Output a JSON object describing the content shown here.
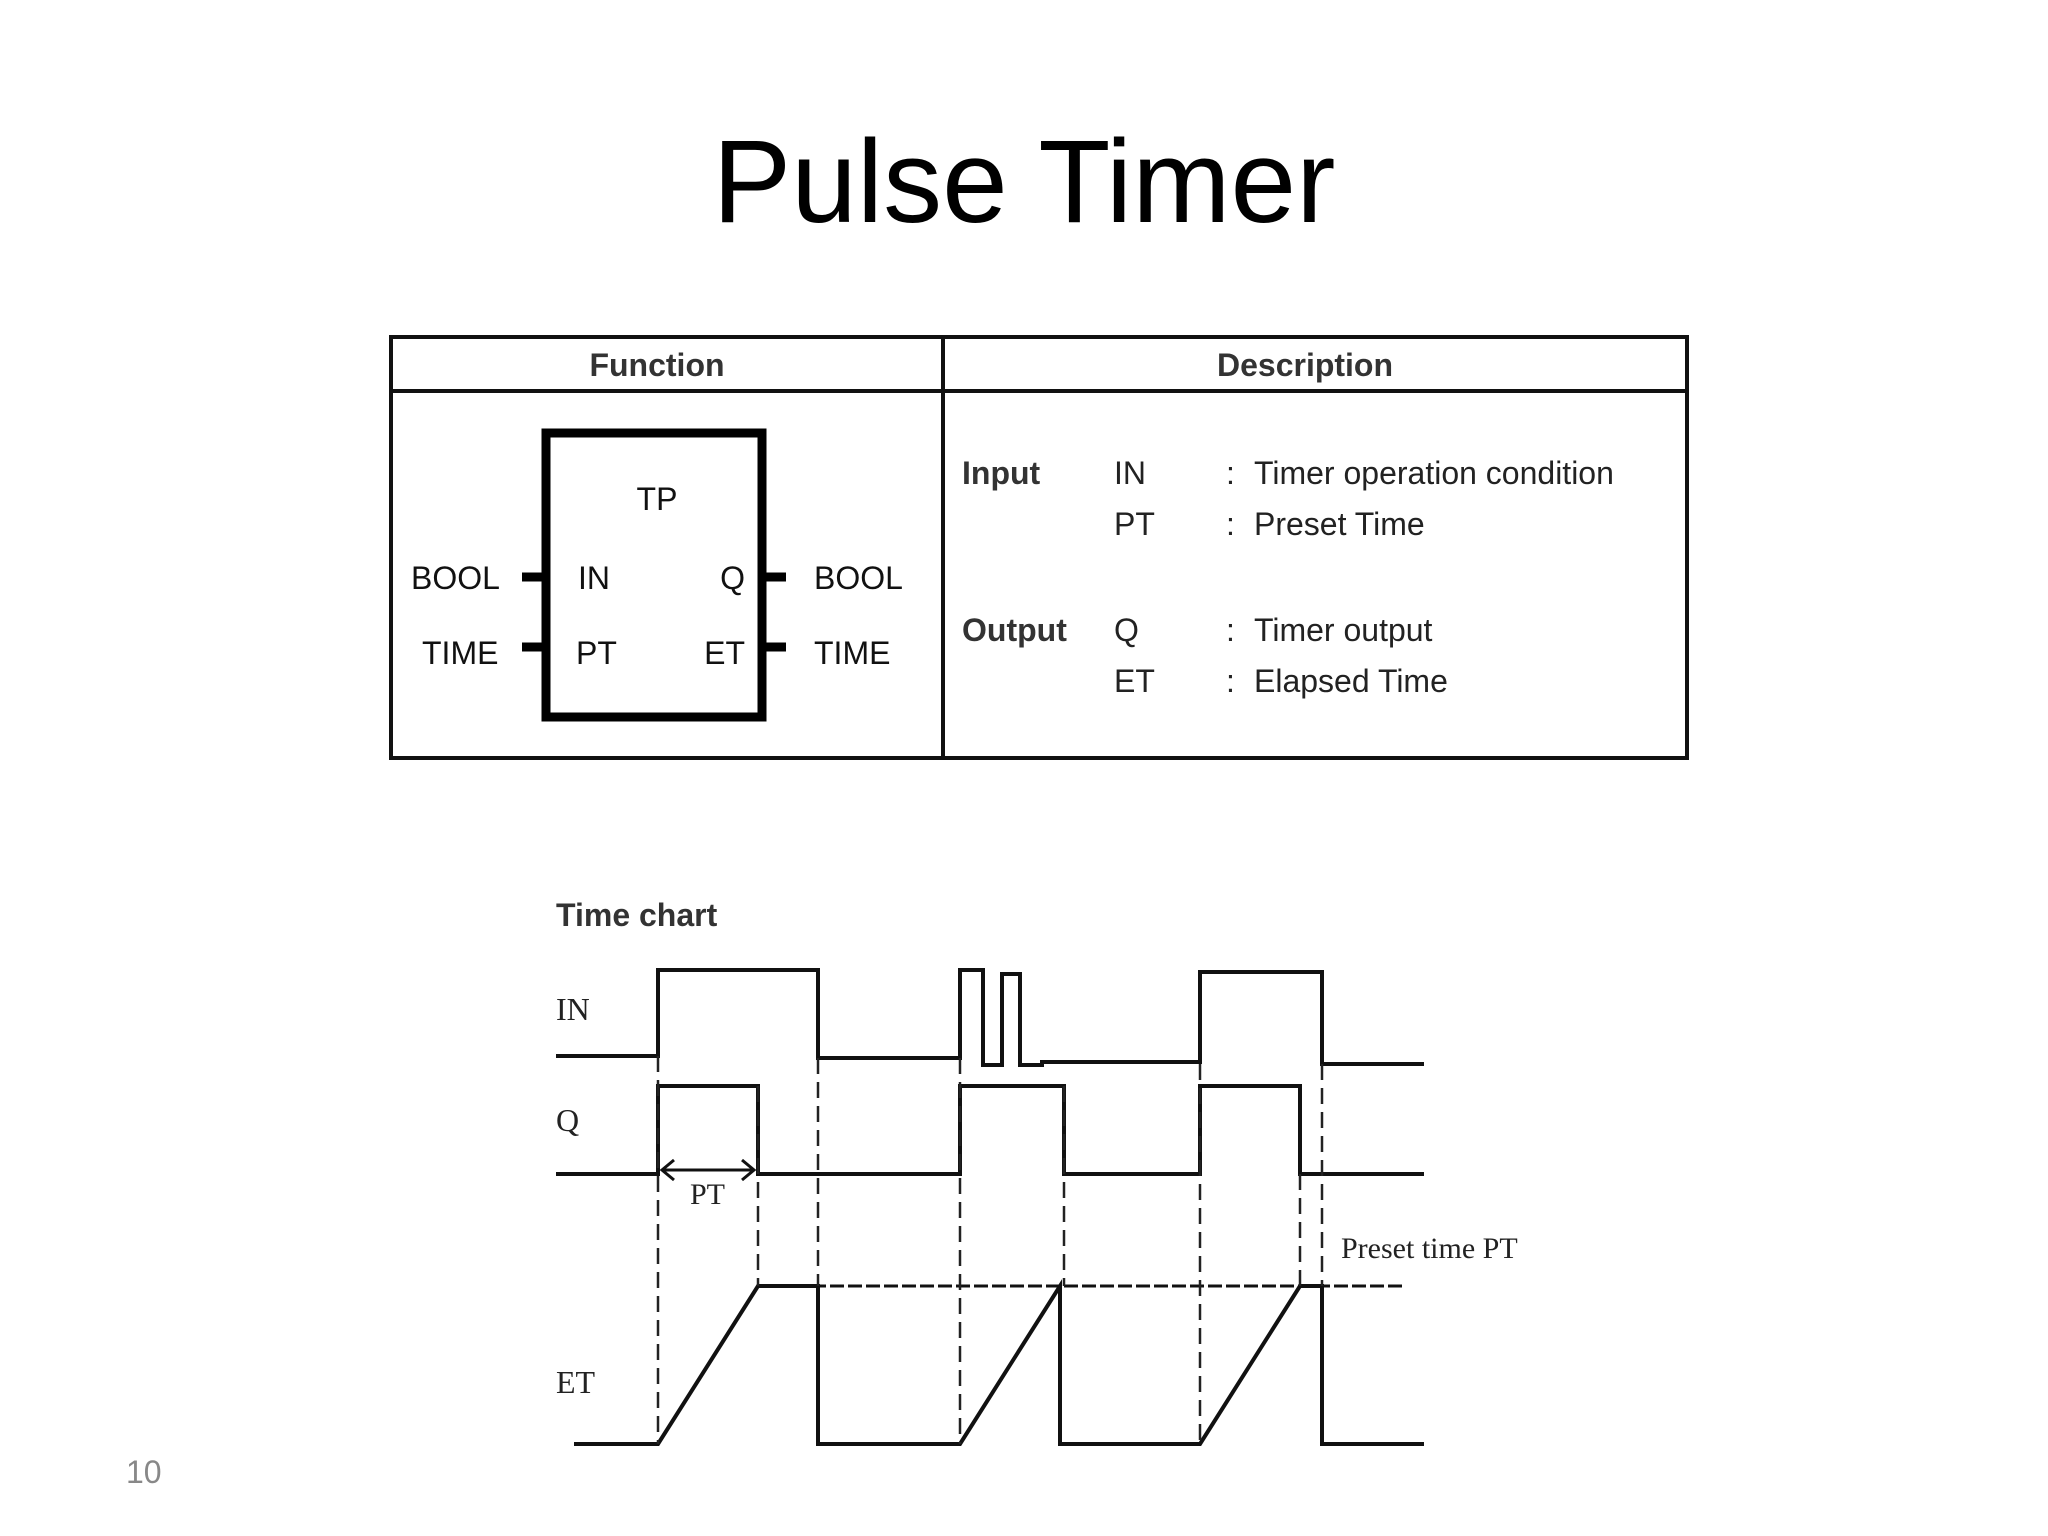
{
  "slide": {
    "title": "Pulse Timer",
    "page_number": "10"
  },
  "table": {
    "headers": {
      "function": "Function",
      "description": "Description"
    },
    "block": {
      "name": "TP",
      "inputs": [
        {
          "pin": "IN",
          "type": "BOOL"
        },
        {
          "pin": "PT",
          "type": "TIME"
        }
      ],
      "outputs": [
        {
          "pin": "Q",
          "type": "BOOL"
        },
        {
          "pin": "ET",
          "type": "TIME"
        }
      ]
    },
    "description": {
      "input_label": "Input",
      "output_label": "Output",
      "inputs": [
        {
          "pin": "IN",
          "sep": ":",
          "text": "Timer operation condition"
        },
        {
          "pin": "PT",
          "sep": ":",
          "text": "Preset Time"
        }
      ],
      "outputs": [
        {
          "pin": "Q",
          "sep": ":",
          "text": "Timer output"
        },
        {
          "pin": "ET",
          "sep": ":",
          "text": "Elapsed Time"
        }
      ]
    }
  },
  "time_chart": {
    "title": "Time chart",
    "signals": {
      "in": "IN",
      "q": "Q",
      "et": "ET"
    },
    "pt_label": "PT",
    "preset_label": "Preset time PT"
  }
}
